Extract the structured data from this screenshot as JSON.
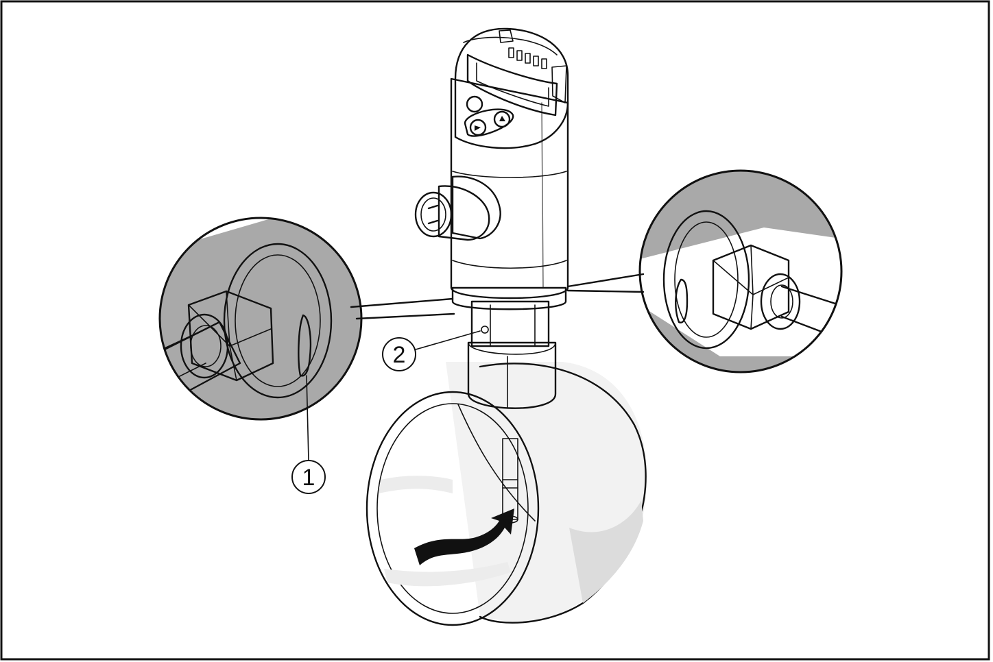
{
  "callouts": [
    {
      "id": "1",
      "label": "1"
    },
    {
      "id": "2",
      "label": "2"
    }
  ],
  "colors": {
    "frame": "#111111",
    "shade": "#a9a9a9",
    "light": "#e9e9e9",
    "white": "#ffffff"
  }
}
